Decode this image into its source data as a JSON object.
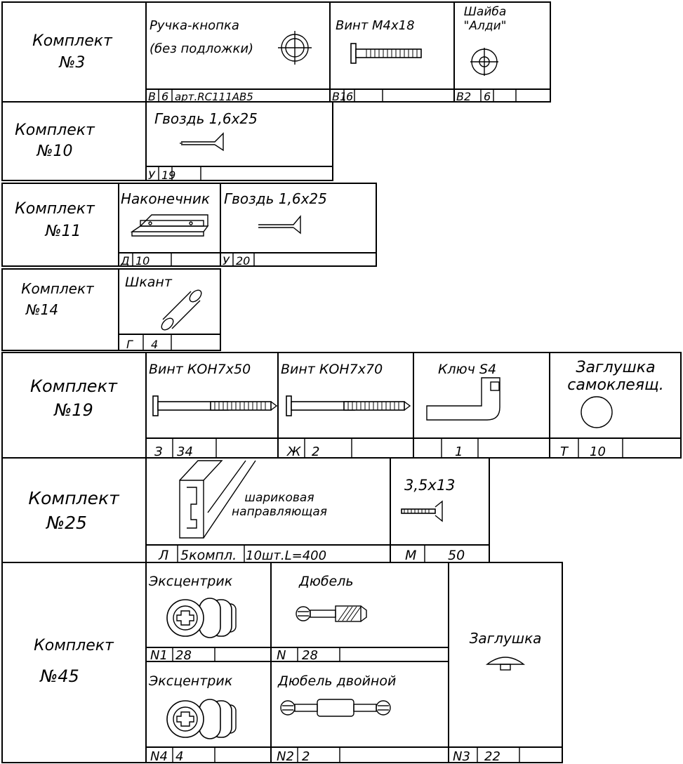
{
  "kits": [
    {
      "title": "Комплект",
      "number": "№3",
      "items": [
        {
          "name_line1": "Ручка-кнопка",
          "name_line2": "(без подложки)",
          "code": "В",
          "qty": "6",
          "extra": "арт.RC111AB5",
          "icon": "knob-icon"
        },
        {
          "name": "Винт  М4х18",
          "code": "В1",
          "qty": "6",
          "icon": "screw-icon"
        },
        {
          "name_line1": "Шайба",
          "name_line2": "\"Алди\"",
          "code": "В2",
          "qty": "6",
          "icon": "washer-icon"
        }
      ]
    },
    {
      "title": "Комплект",
      "number": "№10",
      "items": [
        {
          "name": "Гвоздь  1,6х25",
          "code": "У",
          "qty": "19",
          "icon": "nail-icon"
        }
      ]
    },
    {
      "title": "Комплект",
      "number": "№11",
      "items": [
        {
          "name": "Наконечник",
          "code": "Д",
          "qty": "10",
          "icon": "tip-bracket-icon"
        },
        {
          "name": "Гвоздь  1,6х25",
          "code": "У",
          "qty": "20",
          "icon": "nail-icon"
        }
      ]
    },
    {
      "title": "Комплект",
      "number": "№14",
      "items": [
        {
          "name": "Шкант",
          "code": "Г",
          "qty": "4",
          "icon": "dowel-pin-icon"
        }
      ]
    },
    {
      "title": "Комплект",
      "number": "№19",
      "items": [
        {
          "name": "Винт  КОН7х50",
          "code": "З",
          "qty": "34",
          "icon": "confirmat-screw-icon"
        },
        {
          "name": "Винт  КОН7х70",
          "code": "Ж",
          "qty": "2",
          "icon": "confirmat-screw-icon"
        },
        {
          "name": "Ключ  S4",
          "code": "",
          "qty": "1",
          "icon": "hex-key-icon"
        },
        {
          "name_line1": "Заглушка",
          "name_line2": "самоклеящ.",
          "code": "Т",
          "qty": "10",
          "icon": "adhesive-cap-icon"
        }
      ]
    },
    {
      "title": "Комплект",
      "number": "№25",
      "items": [
        {
          "name_line1": "шариковая",
          "name_line2": "направляющая",
          "code": "Л",
          "qty": "5компл.",
          "extra": "10шт.L=400",
          "icon": "ball-slide-icon"
        },
        {
          "name": "3,5х13",
          "code": "М",
          "qty": "50",
          "icon": "wood-screw-icon"
        }
      ]
    },
    {
      "title": "Комплект",
      "number": "№45",
      "items": [
        {
          "name": "Эксцентрик",
          "code": "N1",
          "qty": "28",
          "icon": "cam-lock-icon"
        },
        {
          "name": "Дюбель",
          "code": "N",
          "qty": "28",
          "icon": "cam-bolt-icon"
        },
        {
          "name": "Заглушка",
          "code": "N3",
          "qty": "22",
          "icon": "cap-icon"
        },
        {
          "name": "Эксцентрик",
          "code": "N4",
          "qty": "4",
          "icon": "cam-lock-icon"
        },
        {
          "name": "Дюбель  двойной",
          "code": "N2",
          "qty": "2",
          "icon": "double-bolt-icon"
        }
      ]
    }
  ]
}
